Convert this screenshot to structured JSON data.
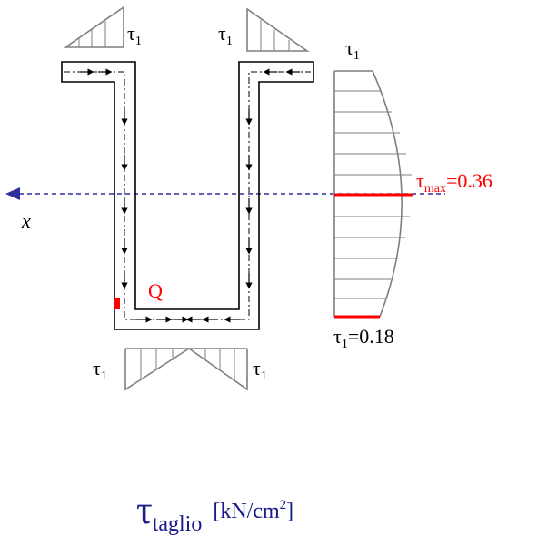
{
  "labels": {
    "tau1_top_left": "τ",
    "tau1_top_left_sub": "1",
    "tau1_top_right": "τ",
    "tau1_top_right_sub": "1",
    "tau1_diagram_top": "τ",
    "tau1_diagram_top_sub": "1",
    "tau_max": "τ",
    "tau_max_sub": "max",
    "tau_max_value": "=0.36",
    "tau1_bottom_value_sym": "τ",
    "tau1_bottom_value_sub": "1",
    "tau1_bottom_value": "=0.18",
    "tau1_bottom_left": "τ",
    "tau1_bottom_left_sub": "1",
    "tau1_bottom_right": "τ",
    "tau1_bottom_right_sub": "1",
    "axis_x": "x",
    "point_q": "Q"
  },
  "title": {
    "symbol": "τ",
    "sub": "taglio",
    "unit_prefix": "[kN/cm",
    "unit_sup": "2",
    "unit_suffix": "]"
  },
  "colors": {
    "outline": "#000000",
    "diagram": "#7f7f7f",
    "highlight": "#ff0000",
    "axis": "#2e2e9e",
    "title": "#1a1a8c"
  }
}
